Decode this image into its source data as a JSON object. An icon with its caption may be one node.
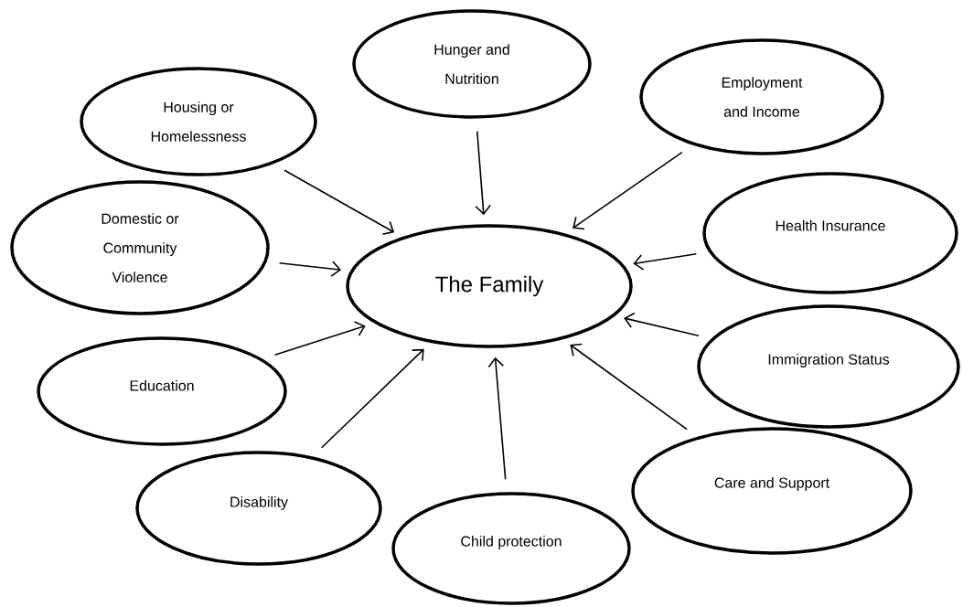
{
  "diagram": {
    "nodes": [
      {
        "text": [
          "Hunger and Nutrition"
        ]
      },
      {
        "text": [
          "Employment and Income"
        ]
      },
      {
        "text": [
          "Housing or Homelessness"
        ]
      },
      {
        "text": [
          "Health Insurance"
        ]
      },
      {
        "text": [
          "Domestic or Community Violence"
        ]
      },
      {
        "text": [
          "The Family"
        ]
      },
      {
        "text": [
          "Immigration Status"
        ]
      },
      {
        "text": [
          "Education"
        ]
      },
      {
        "text": [
          "Care and Support"
        ]
      },
      {
        "text": [
          "Disability"
        ]
      },
      {
        "text": [
          "Child protection"
        ]
      }
    ],
    "edges": [
      {
        "from": 0,
        "to": 5,
        "arrow": "to"
      },
      {
        "from": 1,
        "to": 5,
        "arrow": "to"
      },
      {
        "from": 2,
        "to": 5,
        "arrow": "to"
      },
      {
        "from": 3,
        "to": 5,
        "arrow": "to"
      },
      {
        "from": 4,
        "to": 5,
        "arrow": "to"
      },
      {
        "from": 6,
        "to": 5,
        "arrow": "to"
      },
      {
        "from": 7,
        "to": 5,
        "arrow": "to"
      },
      {
        "from": 8,
        "to": 5,
        "arrow": "to"
      },
      {
        "from": 9,
        "to": 5,
        "arrow": "to"
      },
      {
        "from": 10,
        "to": 5,
        "arrow": "to"
      }
    ]
  }
}
